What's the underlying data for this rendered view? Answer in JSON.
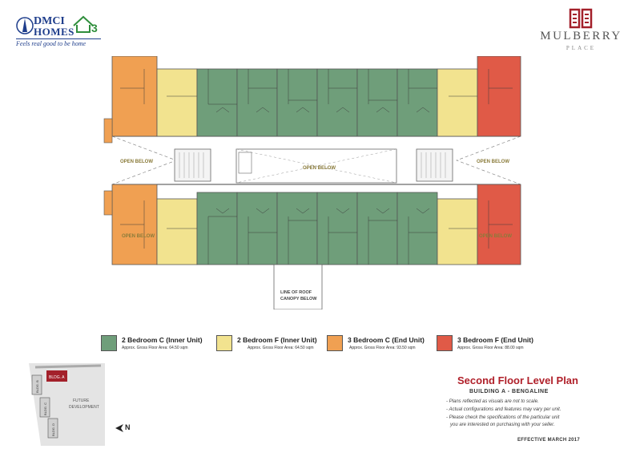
{
  "brand": {
    "developer_name_line1": "DMCI",
    "developer_name_line2": "HOMES",
    "developer_tagline": "Feels real good to be home",
    "project_name": "MULBERRY",
    "project_sub": "PLACE"
  },
  "plan": {
    "labels": {
      "open_below_left": "OPEN BELOW",
      "open_below_center": "OPEN BELOW",
      "open_below_right": "OPEN BELOW",
      "roof_line1": "LINE OF ROOF",
      "roof_line2": "CANOPY BELOW"
    },
    "colors": {
      "2br_c_inner": "#6f9e7a",
      "2br_f_inner": "#f2e38f",
      "3br_c_end": "#f0a052",
      "3br_f_end": "#e05a47"
    }
  },
  "legend": [
    {
      "title": "2 Bedroom C (Inner Unit)",
      "area": "Approx. Gross Floor Area: 64.50 sqm",
      "color": "#6f9e7a"
    },
    {
      "title": "2 Bedroom F (Inner Unit)",
      "area": "Approx. Gross Floor Area: 64.50 sqm",
      "color": "#f2e38f"
    },
    {
      "title": "3 Bedroom C (End Unit)",
      "area": "Approx. Gross Floor Area: 93.50 sqm",
      "color": "#f0a052"
    },
    {
      "title": "3 Bedroom F (End Unit)",
      "area": "Approx. Gross Floor Area: 88.00 sqm",
      "color": "#e05a47"
    }
  ],
  "title_block": {
    "title": "Second  Floor Level Plan",
    "subtitle": "BUILDING A - BENGALINE",
    "notes": [
      "- Plans reflected as visuals are not to scale.",
      "- Actual configurations and features may vary per unit.",
      "- Please check the specifications of the particular unit",
      "  you are interested on purchasing with your seller."
    ],
    "effective": "EFFECTIVE MARCH  2017"
  },
  "location_map": {
    "bldg_a": "BLDG. A",
    "bldg_b": "BLDG. B",
    "bldg_c": "BLDG. C",
    "bldg_d": "BLDG. D",
    "future_line1": "FUTURE",
    "future_line2": "DEVELOPMENT",
    "north": "N"
  }
}
